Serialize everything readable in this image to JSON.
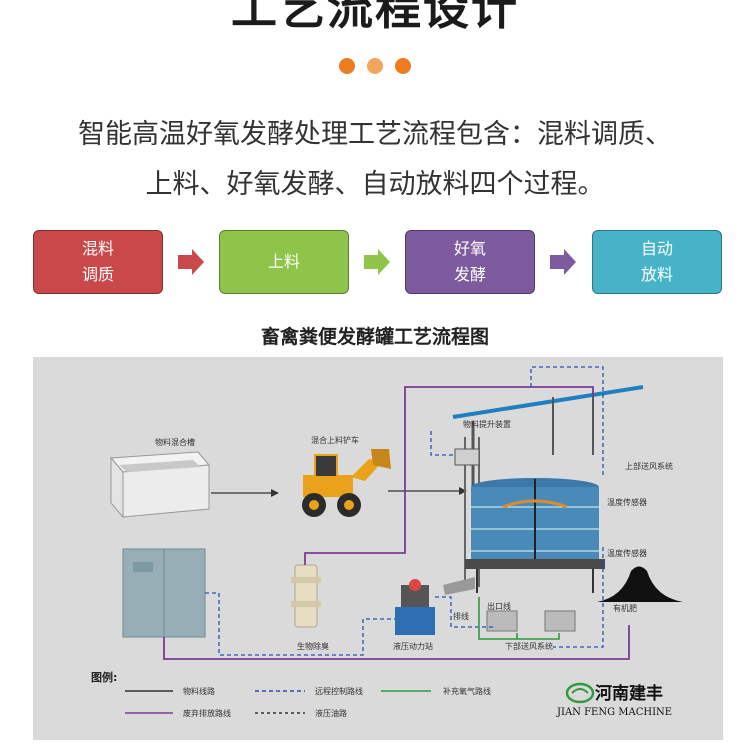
{
  "header": {
    "title": "工艺流程设计",
    "dot_colors": [
      "#ee7d22",
      "#f3a55e",
      "#ee7d22"
    ]
  },
  "intro": {
    "line1": "智能高温好氧发酵处理工艺流程包含：混料调质、",
    "line2": "上料、好氧发酵、自动放料四个过程。"
  },
  "steps": [
    {
      "lines": [
        "混料",
        "调质"
      ],
      "color": "#c9494a"
    },
    {
      "lines": [
        "上料"
      ],
      "color": "#8ec449"
    },
    {
      "lines": [
        "好氧",
        "发酵"
      ],
      "color": "#7e5a9f"
    },
    {
      "lines": [
        "自动",
        "放料"
      ],
      "color": "#47b3c6"
    }
  ],
  "arrow_color": "#c9494a",
  "arrow_colors": [
    "#c9494a",
    "#8ec449",
    "#7e5a9f"
  ],
  "diagram": {
    "title": "畜禽粪便发酵罐工艺流程图",
    "labels": {
      "mixing_tank": "物料混合槽",
      "loader": "混合上料铲车",
      "lift": "物料提升装置",
      "upper_air": "上部送风系统",
      "temp_sensor_1": "温度传感器",
      "temp_sensor_2": "温度传感器",
      "deodorizer": "生物除臭",
      "hydraulic_station": "液压动力站",
      "outlet_line": "出口线",
      "exhaust_line": "排线",
      "lower_air": "下部送风系统",
      "fertilizer": "有机肥"
    },
    "legend": {
      "title": "图例:",
      "material_line": "物料线路",
      "remote_control_line": "远程控制路线",
      "oxygen_line": "补充氧气路线",
      "exhaust_route": "废弃排放路线",
      "hydraulic_line": "液压油路"
    },
    "brand": {
      "name": "河南建丰",
      "english": "JIAN FENG MACHINE"
    }
  }
}
